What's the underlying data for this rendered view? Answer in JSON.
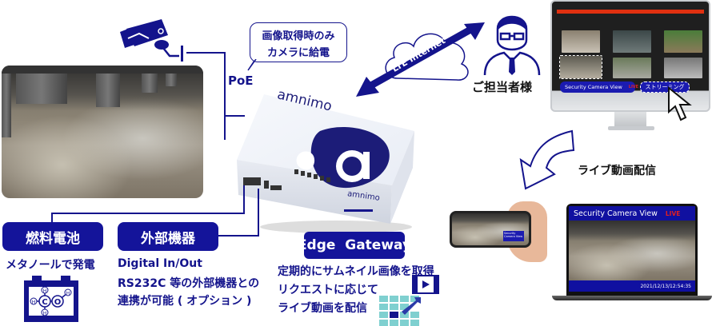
{
  "colors": {
    "navy": "#14148c",
    "box_fill": "#14149a",
    "live_red": "#e02020",
    "monitor_bar": "#e03010",
    "teal": "#7fd0d0"
  },
  "camera": {
    "icon": "security-camera-icon",
    "poe_label": "PoE",
    "speech_bubble": [
      "画像取得時のみ",
      "カメラに給電"
    ]
  },
  "cloud": {
    "label": "LTE Internet"
  },
  "person": {
    "icon": "person-with-glasses-icon",
    "label": "ご担当者様"
  },
  "monitor": {
    "view_title": "Security Camera View",
    "live_badge": "LIVE",
    "stream_button": "ストリーミング"
  },
  "delivery": {
    "label": "ライブ動画配信"
  },
  "device": {
    "brand": "amnimo",
    "logo_letter": "a"
  },
  "fuel_cell": {
    "title": "燃料電池",
    "desc": "メタノールで発電",
    "molecule_atoms": [
      "H",
      "H",
      "H",
      "C",
      "O",
      "H"
    ]
  },
  "external": {
    "title": "外部機器",
    "lines": [
      "Digital In/Out",
      "RS232C 等の外部機器との",
      "連携が可能 ( オプション )"
    ]
  },
  "gateway": {
    "title": "Edge  Gateway",
    "lines": [
      "定期的にサムネイル画像を取得",
      "リクエストに応じて",
      "ライブ動画を配信"
    ]
  },
  "phone": {
    "overlay": [
      "Security",
      "Camera View"
    ]
  },
  "laptop": {
    "title": "Security Camera View",
    "live_badge": "LIVE",
    "timestamp": "2021/12/13/12:54:35"
  }
}
